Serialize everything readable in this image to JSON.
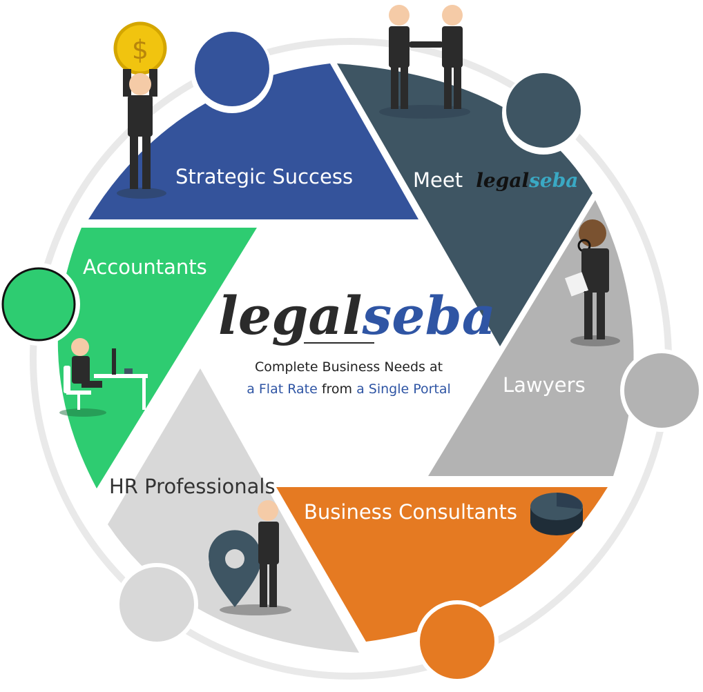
{
  "brand": {
    "part1": "legal",
    "part2": "seba",
    "color_dark": "#2b2b2b",
    "color_accent": "#2f55a4",
    "color_teal": "#3aa9c4"
  },
  "tagline": {
    "line1": "Complete Business Needs at",
    "line2_hl1": "a Flat Rate",
    "line2_mid": " from ",
    "line2_hl2": "a Single Portal"
  },
  "segments": [
    {
      "key": "strategic",
      "label": "Strategic Success",
      "color": "#34539b",
      "icon": "coin-holder-icon"
    },
    {
      "key": "meet",
      "label": "Meet",
      "color": "#3e5563",
      "icon": "handshake-icon"
    },
    {
      "key": "lawyers",
      "label": "Lawyers",
      "color": "#b3b3b3",
      "icon": "magnifier-person-icon"
    },
    {
      "key": "business",
      "label": "Business Consultants",
      "color": "#e57a22",
      "icon": "pie-chart-icon"
    },
    {
      "key": "hr",
      "label": "HR Professionals",
      "color": "#d8d8d8",
      "icon": "map-pin-person-icon"
    },
    {
      "key": "accountants",
      "label": "Accountants",
      "color": "#2ecc71",
      "icon": "desk-worker-icon"
    }
  ]
}
